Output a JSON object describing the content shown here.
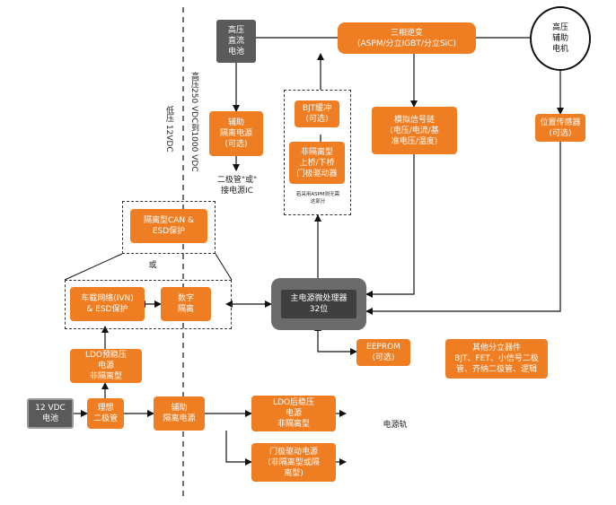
{
  "labels": {
    "hv_dc_battery": "高压\n直流\n电池",
    "three_phase_inverter": "三相逆变\n(ASPM/分立IGBT/分立SiC)",
    "hv_aux_motor": "高压\n辅助\n电机",
    "aux_isolated_supply_optional": "辅助\n隔离电源\n(可选)",
    "diode_or_connect": "二极管\"或\"\n接电源IC",
    "bjt_buffer": "BJT缓冲\n(可选)",
    "non_isolated_gate_driver": "非隔离型\n上桥/下桥\n门极驱动器",
    "aspm_note": "若采用ASPM则无需\n这部分",
    "analog_signal_chain": "模拟信号链\n(电压/电流/基\n准电压/温度)",
    "position_sensor": "位置传感器\n(可选)",
    "isolated_can_esd": "隔离型CAN &\nESD保护",
    "or_label": "或",
    "ivn_esd": "车载网络(IVN)\n& ESD保护",
    "digital_isolation": "数字\n隔离",
    "main_mcu": "主电源微处理器\n32位",
    "eeprom": "EEPROM\n(可选)",
    "other_discretes": "其他分立器件\nBJT、FET、小信号二极\n管、齐纳二极管、逻辑",
    "ldo_pre_regulator": "LDO预稳压\n电源\n非隔离型",
    "battery_12v": "12 VDC\n电池",
    "ideal_diode": "理想\n二极管",
    "aux_isolated_supply": "辅助\n隔离电源",
    "ldo_post_regulator": "LDO后稳压\n电源\n非隔离型",
    "gate_driver_supply": "门极驱动电源\n(非隔离型或隔\n离型)",
    "power_rail": "电源轨",
    "low_voltage_12v": "低压 12VDC",
    "high_voltage_range": "高压250 VDC到1000 VDC"
  },
  "colors": {
    "orange": "#ef7d22",
    "gray": "#5a5a5a"
  }
}
